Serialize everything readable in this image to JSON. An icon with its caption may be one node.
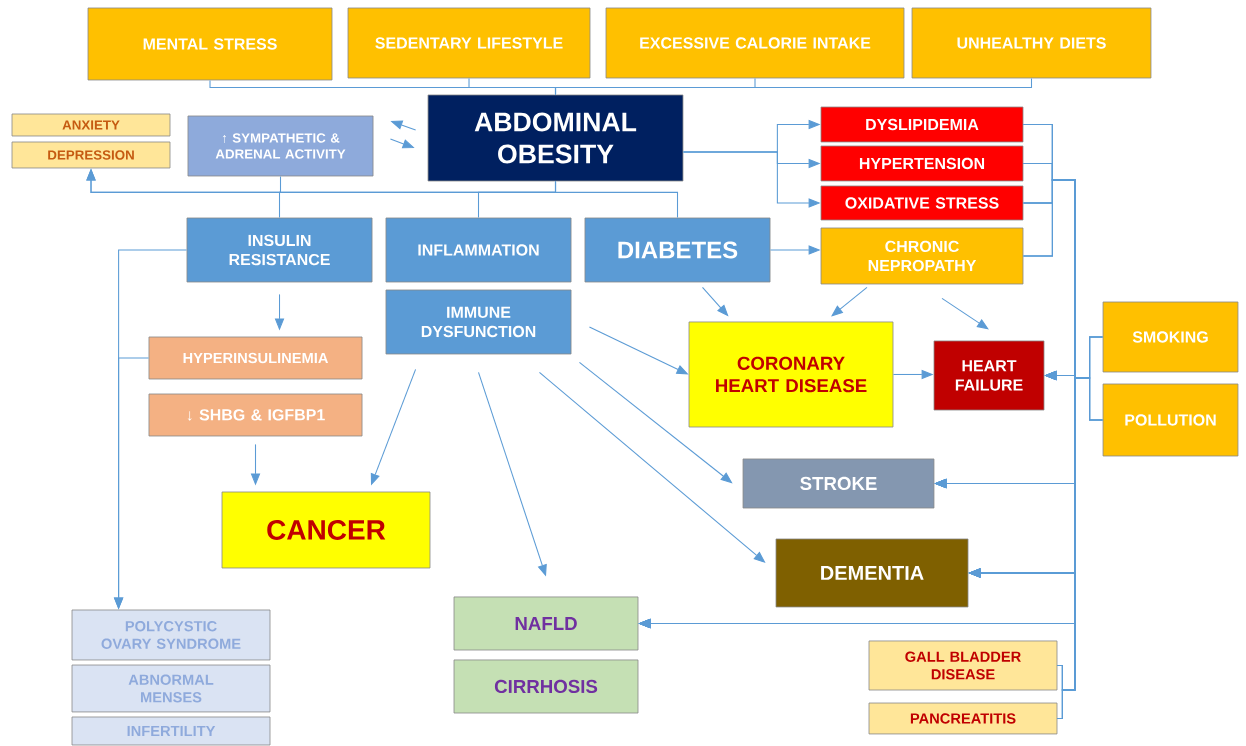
{
  "diagram": {
    "nodes": [
      {
        "text": [
          "MENTAL STRESS"
        ]
      },
      {
        "text": [
          "SEDENTARY LIFESTYLE"
        ]
      },
      {
        "text": [
          "EXCESSIVE CALORIE INTAKE"
        ]
      },
      {
        "text": [
          "UNHEALTHY DIETS"
        ]
      },
      {
        "text": [
          "ABDOMINAL OBESITY"
        ]
      },
      {
        "text": [
          "ANXIETY"
        ]
      },
      {
        "text": [
          "DEPRESSION"
        ]
      },
      {
        "text": [
          "↑ SYMPATHETIC & ADRENAL ACTIVITY"
        ]
      },
      {
        "text": [
          "DYSLIPIDEMIA"
        ]
      },
      {
        "text": [
          "HYPERTENSION"
        ]
      },
      {
        "text": [
          "OXIDATIVE STRESS"
        ]
      },
      {
        "text": [
          "CHRONIC NEPROPATHY"
        ]
      },
      {
        "text": [
          "INSULIN RESISTANCE"
        ]
      },
      {
        "text": [
          "INFLAMMATION"
        ]
      },
      {
        "text": [
          "DIABETES"
        ]
      },
      {
        "text": [
          "IMMUNE DYSFUNCTION"
        ]
      },
      {
        "text": [
          "HYPERINSULINEMIA"
        ]
      },
      {
        "text": [
          "↓ SHBG & IGFBP1"
        ]
      },
      {
        "text": [
          "CORONARY HEART DISEASE"
        ]
      },
      {
        "text": [
          "HEART FAILURE"
        ]
      },
      {
        "text": [
          "SMOKING"
        ]
      },
      {
        "text": [
          "POLLUTION"
        ]
      },
      {
        "text": [
          "CANCER"
        ]
      },
      {
        "text": [
          "STROKE"
        ]
      },
      {
        "text": [
          "DEMENTIA"
        ]
      },
      {
        "text": [
          "POLYCYSTIC OVARY SYNDROME"
        ]
      },
      {
        "text": [
          "ABNORMAL MENSES"
        ]
      },
      {
        "text": [
          "INFERTILITY"
        ]
      },
      {
        "text": [
          "NAFLD"
        ]
      },
      {
        "text": [
          "CIRRHOSIS"
        ]
      },
      {
        "text": [
          "GALL BLADDER DISEASE"
        ]
      },
      {
        "text": [
          "PANCREATITIS"
        ]
      }
    ],
    "edges": [
      {
        "from": 0,
        "to": 4,
        "arrow": "none"
      },
      {
        "from": 1,
        "to": 4,
        "arrow": "none"
      },
      {
        "from": 2,
        "to": 4,
        "arrow": "none"
      },
      {
        "from": 3,
        "to": 4,
        "arrow": "none"
      },
      {
        "from": 7,
        "to": 4,
        "arrow": "to"
      },
      {
        "from": 4,
        "to": 7,
        "arrow": "to"
      },
      {
        "from": 4,
        "to": 8,
        "arrow": "to"
      },
      {
        "from": 4,
        "to": 9,
        "arrow": "to"
      },
      {
        "from": 4,
        "to": 10,
        "arrow": "to"
      },
      {
        "from": 4,
        "to": 6,
        "arrow": "to"
      },
      {
        "from": 7,
        "to": 6,
        "arrow": "to"
      },
      {
        "from": 4,
        "to": 12,
        "arrow": "none"
      },
      {
        "from": 4,
        "to": 13,
        "arrow": "none"
      },
      {
        "from": 4,
        "to": 14,
        "arrow": "none"
      },
      {
        "from": 14,
        "to": 11,
        "arrow": "to"
      },
      {
        "from": 14,
        "to": 18,
        "arrow": "to"
      },
      {
        "from": 11,
        "to": 18,
        "arrow": "to"
      },
      {
        "from": 11,
        "to": 19,
        "arrow": "to"
      },
      {
        "from": 15,
        "to": 18,
        "arrow": "to"
      },
      {
        "from": 18,
        "to": 19,
        "arrow": "to"
      },
      {
        "from": 12,
        "to": 16,
        "arrow": "to"
      },
      {
        "from": 12,
        "to": 25,
        "arrow": "to"
      },
      {
        "from": 16,
        "to": 25,
        "arrow": "to"
      },
      {
        "from": 17,
        "to": 22,
        "arrow": "to"
      },
      {
        "from": 15,
        "to": 22,
        "arrow": "to"
      },
      {
        "from": 15,
        "to": 28,
        "arrow": "to"
      },
      {
        "from": 15,
        "to": 23,
        "arrow": "to"
      },
      {
        "from": 15,
        "to": 24,
        "arrow": "to"
      },
      {
        "from": 8,
        "to": 19,
        "arrow": "to"
      },
      {
        "from": 8,
        "to": 23,
        "arrow": "to"
      },
      {
        "from": 8,
        "to": 24,
        "arrow": "to"
      },
      {
        "from": 8,
        "to": 28,
        "arrow": "to"
      },
      {
        "from": 9,
        "to": 19,
        "arrow": "to"
      },
      {
        "from": 9,
        "to": 23,
        "arrow": "to"
      },
      {
        "from": 9,
        "to": 24,
        "arrow": "to"
      },
      {
        "from": 9,
        "to": 28,
        "arrow": "to"
      },
      {
        "from": 10,
        "to": 19,
        "arrow": "to"
      },
      {
        "from": 10,
        "to": 23,
        "arrow": "to"
      },
      {
        "from": 10,
        "to": 24,
        "arrow": "to"
      },
      {
        "from": 10,
        "to": 28,
        "arrow": "to"
      },
      {
        "from": 11,
        "to": 23,
        "arrow": "to"
      },
      {
        "from": 11,
        "to": 24,
        "arrow": "to"
      },
      {
        "from": 11,
        "to": 28,
        "arrow": "to"
      },
      {
        "from": 20,
        "to": 19,
        "arrow": "to"
      },
      {
        "from": 20,
        "to": 23,
        "arrow": "to"
      },
      {
        "from": 20,
        "to": 24,
        "arrow": "to"
      },
      {
        "from": 20,
        "to": 28,
        "arrow": "to"
      },
      {
        "from": 21,
        "to": 19,
        "arrow": "to"
      },
      {
        "from": 21,
        "to": 23,
        "arrow": "to"
      },
      {
        "from": 21,
        "to": 24,
        "arrow": "to"
      },
      {
        "from": 21,
        "to": 28,
        "arrow": "to"
      },
      {
        "from": 30,
        "to": 19,
        "arrow": "to"
      },
      {
        "from": 30,
        "to": 23,
        "arrow": "to"
      },
      {
        "from": 30,
        "to": 24,
        "arrow": "to"
      },
      {
        "from": 30,
        "to": 28,
        "arrow": "to"
      },
      {
        "from": 31,
        "to": 19,
        "arrow": "to"
      },
      {
        "from": 31,
        "to": 23,
        "arrow": "to"
      },
      {
        "from": 31,
        "to": 24,
        "arrow": "to"
      },
      {
        "from": 31,
        "to": 28,
        "arrow": "to"
      }
    ]
  }
}
